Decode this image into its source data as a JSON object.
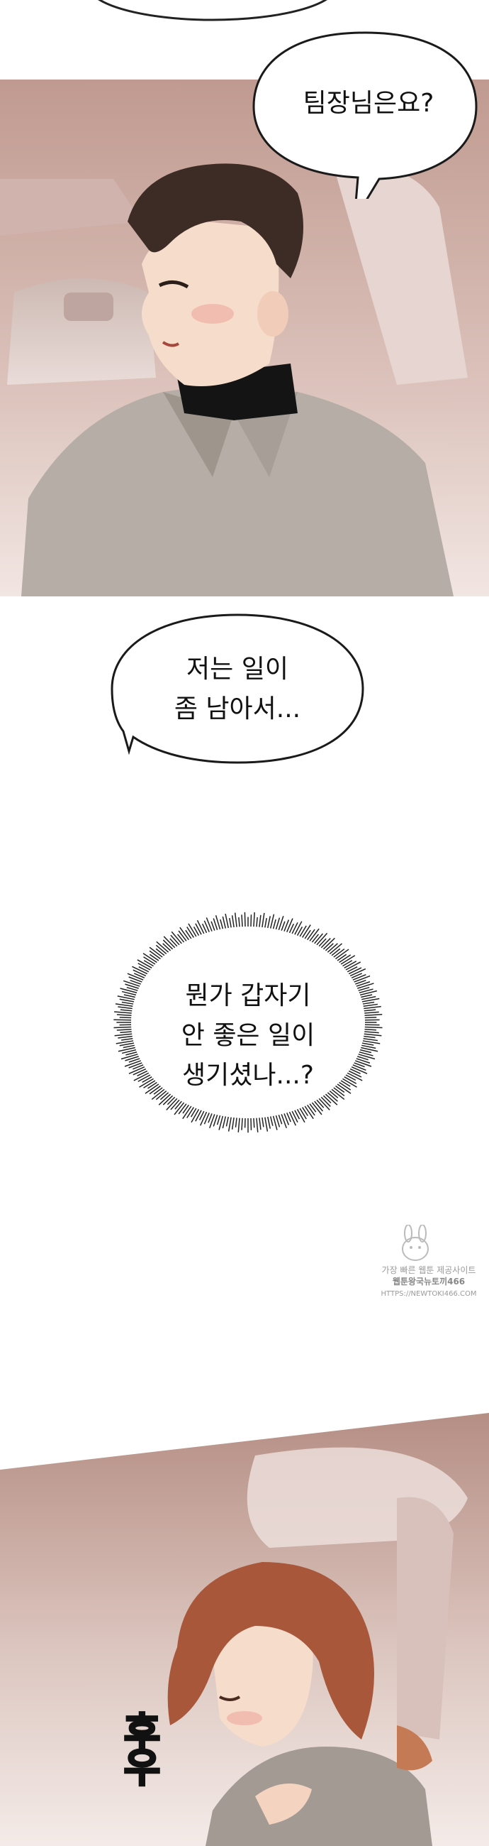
{
  "bubbles": {
    "team_leader": "팀장님은요?",
    "work_left": "저는 일이\n좀 남아서...",
    "thought": "뭔가 갑자기\n안 좋은 일이\n생기셨나...?"
  },
  "sfx": {
    "sigh": "후우"
  },
  "watermark": {
    "line1": "가장 빠른 웹툰 제공사이트",
    "line2": "웹툰왕국뉴토끼466",
    "line3": "HTTPS://NEWTOKI466.COM"
  },
  "colors": {
    "panel_bg_top": "#b8948a",
    "panel_bg_bottom": "#f3e7e3",
    "shirt": "#b3aba4",
    "hair_dark": "#3d2c25",
    "hair_woman": "#a8573a",
    "skin": "#f6dcca"
  },
  "icons": [
    "speech-bubble",
    "thought-bubble",
    "car-seat"
  ]
}
